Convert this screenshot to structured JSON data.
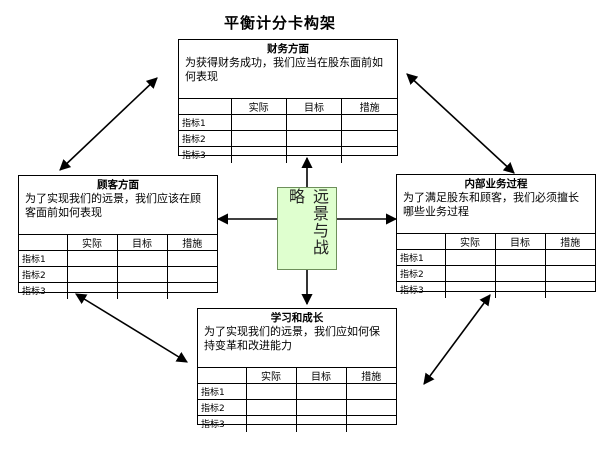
{
  "page_title": "平衡计分卡构架",
  "center": {
    "label": "远景与战略"
  },
  "columns": [
    "",
    "实际",
    "目标",
    "措施"
  ],
  "boxes": {
    "financial": {
      "title": "财务方面",
      "description": "为获得财务成功，我们应当在股东面前如何表现",
      "rows": [
        "指标1",
        "指标2",
        "指标3"
      ]
    },
    "customer": {
      "title": "顾客方面",
      "description": "为了实现我们的远景，我们应该在顾客面前如何表现",
      "rows": [
        "指标1",
        "指标2",
        "指标3"
      ]
    },
    "internal": {
      "title": "内部业务过程",
      "description": "为了满足股东和顾客，我们必须擅长哪些业务过程",
      "rows": [
        "指标1",
        "指标2",
        "指标3"
      ]
    },
    "learning": {
      "title": "学习和成长",
      "description": "为了实现我们的远景，我们应如何保持变革和改进能力",
      "rows": [
        "指标1",
        "指标2",
        "指标3"
      ]
    }
  }
}
